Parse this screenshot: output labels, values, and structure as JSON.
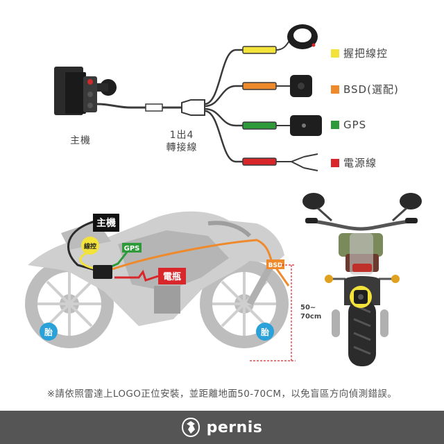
{
  "top_diagram": {
    "main_unit_label": "主機",
    "splitter_label_line1": "1出4",
    "splitter_label_line2": "轉接線",
    "legend": [
      {
        "label": "握把線控",
        "color": "#f2e23a"
      },
      {
        "label": "BSD(選配)",
        "color": "#ef8a2c"
      },
      {
        "label": "GPS",
        "color": "#2e9a3a"
      },
      {
        "label": "電源線",
        "color": "#d9262b"
      }
    ]
  },
  "bike_diagram": {
    "main_unit_tag": "主機",
    "remote_tag": "線控",
    "gps_tag": "GPS",
    "battery_tag": "電瓶",
    "bsd_tag": "BSD",
    "front_tire_tag": "胎",
    "rear_tire_tag": "胎",
    "height_line1": "50~",
    "height_line2": "70cm"
  },
  "note": "※請依照雷達上LOGO正位安裝，並距離地面50-70CM，以免盲區方向偵測錯誤。",
  "footer": {
    "brand": "pernis",
    "bg_color": "#555555"
  }
}
